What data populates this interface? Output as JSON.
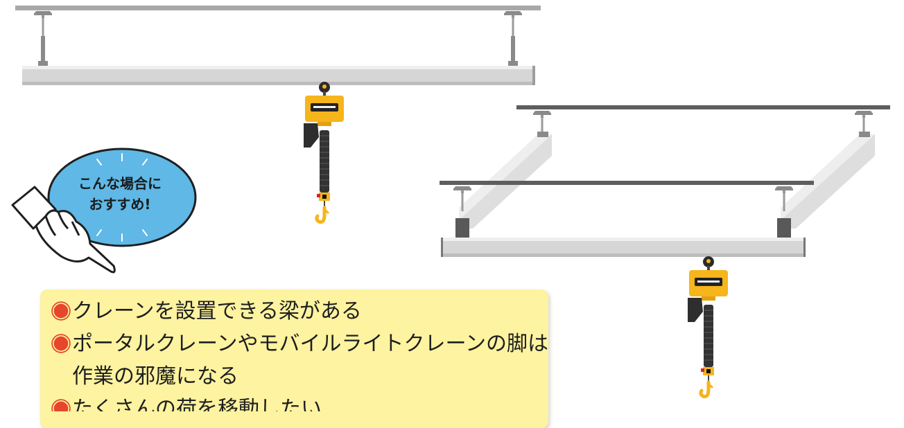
{
  "bubble": {
    "line1": "こんな場合に",
    "line2": "おすすめ!"
  },
  "note": {
    "items": [
      {
        "text": "クレーンを設置できる梁がある"
      },
      {
        "text": "ポータルクレーンやモバイルライトクレーンの脚は作業の邪魔になる"
      },
      {
        "text": "たくさんの荷を移動したい"
      }
    ]
  },
  "colors": {
    "hoist_body": "#f5b51b",
    "rail": "#d9d9d9",
    "ceiling_rail_dark": "#5e5e5e",
    "bubble": "#5fb8e6",
    "note_background": "#fdf3a0",
    "bullet": "#e6462b"
  },
  "icons": [
    "hanger-bracket-icon",
    "electric-chain-hoist-icon",
    "pointing-hand-icon",
    "speech-bubble-icon",
    "bullet-circle-icon"
  ]
}
